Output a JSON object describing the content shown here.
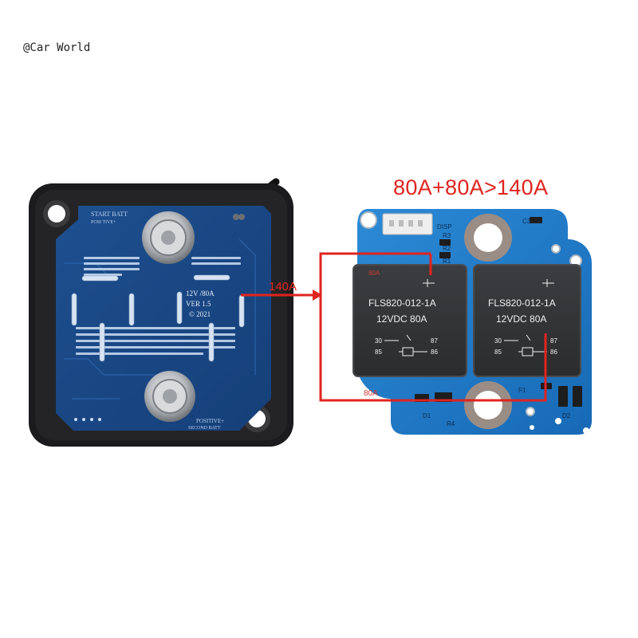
{
  "watermark": "@Car World",
  "headline": "80A+80A>140A",
  "isolator": {
    "top_label_1": "START BATT",
    "top_label_2": "POSI TIVE+",
    "spec_1": "12V /80A",
    "spec_2": "VER 1.5",
    "spec_3": "© 2021",
    "bottom_label_1": "POSITIVE+",
    "bottom_label_2": "SECOND BATT",
    "current_label": "140A"
  },
  "board": {
    "left_relay": {
      "line1": "FLS820-012-1A",
      "line2": "12VDC  80A",
      "top_tag": "80A",
      "pin_30": "30",
      "pin_87": "87",
      "pin_85": "85",
      "pin_86": "86"
    },
    "right_relay": {
      "line1": "FLS820-012-1A",
      "line2": "12VDC  80A",
      "pin_30": "30",
      "pin_87": "87",
      "pin_85": "85",
      "pin_86": "86"
    },
    "bottom_tag": "80A",
    "silk_disp": "DISP",
    "silk_c3": "C3",
    "silk_r3": "R3",
    "silk_r2": "R2",
    "silk_r1": "R1",
    "silk_f1": "F1",
    "silk_d1": "D1",
    "silk_r4": "R4",
    "silk_d2": "D2"
  },
  "colors": {
    "accent_red": "#e0241f",
    "pcb_blue": "#1f79c4",
    "housing": "#1b1b1d"
  }
}
